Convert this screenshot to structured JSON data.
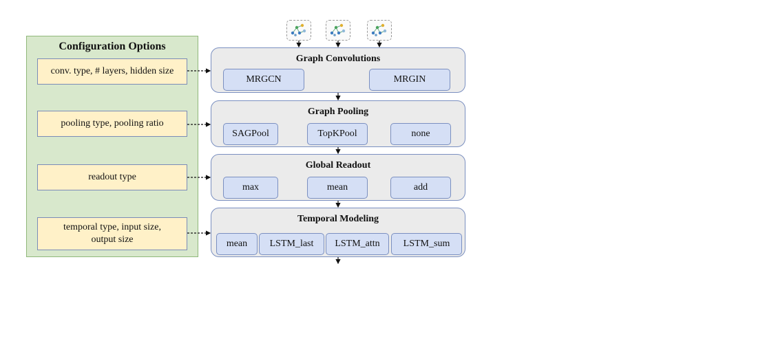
{
  "config": {
    "title": "Configuration Options",
    "options": [
      {
        "line1": "conv. type, # layers, hidden size",
        "line2": ""
      },
      {
        "line1": "pooling type, pooling ratio",
        "line2": ""
      },
      {
        "line1": "readout type",
        "line2": ""
      },
      {
        "line1": "temporal type, input size,",
        "line2": "output size"
      }
    ]
  },
  "stages": [
    {
      "title": "Graph Convolutions",
      "items": [
        "MRGCN",
        "MRGIN"
      ]
    },
    {
      "title": "Graph Pooling",
      "items": [
        "SAGPool",
        "TopKPool",
        "none"
      ]
    },
    {
      "title": "Global Readout",
      "items": [
        "max",
        "mean",
        "add"
      ]
    },
    {
      "title": "Temporal Modeling",
      "items": [
        "mean",
        "LSTM_last",
        "LSTM_attn",
        "LSTM_sum"
      ]
    }
  ],
  "inputs": [
    "graph-icon",
    "graph-icon",
    "graph-icon"
  ],
  "colors": {
    "config_bg": "#d8e8cc",
    "option_bg": "#fff1c8",
    "stage_bg": "#ebebeb",
    "chip_bg": "#d5dff5",
    "border_blue": "#7a8fc0"
  }
}
